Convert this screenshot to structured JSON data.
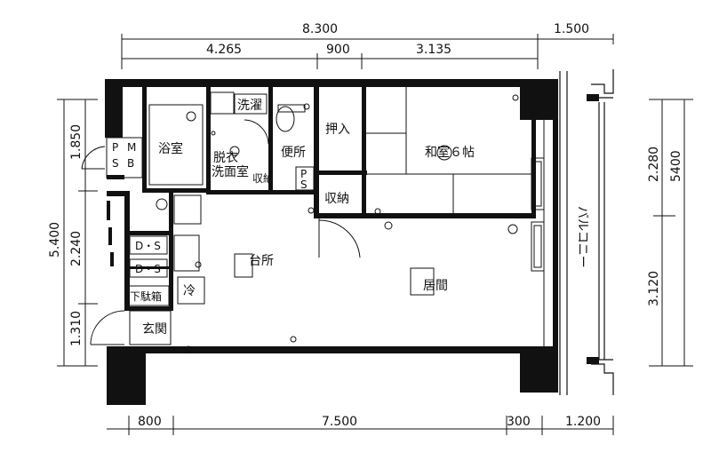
{
  "dimensions": {
    "top_total": "8.300",
    "top_balcony": "1.500",
    "top_parts": [
      "4.265",
      "900",
      "3.135"
    ],
    "bottom_parts": [
      "800",
      "7.500",
      "300",
      "1.200"
    ],
    "left_total": "5.400",
    "left_parts": [
      "1.850",
      "2.240",
      "1.310"
    ],
    "right_total": "5400",
    "right_parts": [
      "2.280",
      "3.120"
    ]
  },
  "rooms": {
    "ps_mb_1": "P",
    "ps_mb_2": "S",
    "ps_mb_3": "M",
    "ps_mb_4": "B",
    "bath": "浴室",
    "laundry": "洗濯",
    "dressing_1": "脱衣",
    "dressing_2": "洗面室",
    "toilet": "便所",
    "storage_small": "収納",
    "ps_1": "P",
    "ps_2": "S",
    "closet": "押入",
    "washitsu": "和室６帖",
    "storage": "収納",
    "kitchen": "台所",
    "ds_1": "D・S",
    "ds_2": "D・S",
    "fridge": "冷",
    "shoe_box": "下駄箱",
    "entrance": "玄関",
    "living": "居間",
    "balcony": "バルコニー"
  }
}
